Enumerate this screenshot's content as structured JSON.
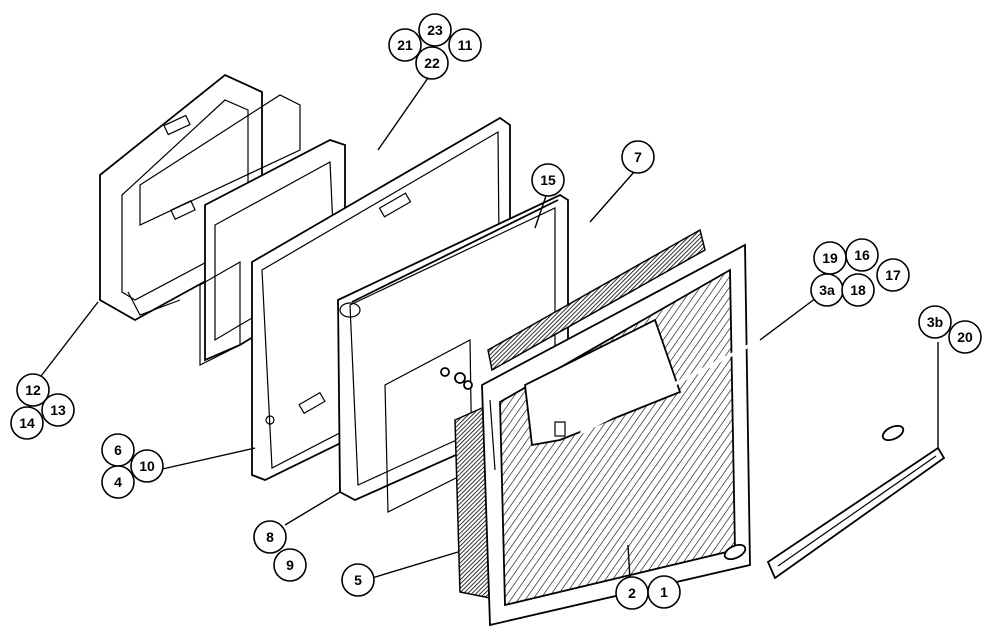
{
  "callouts": [
    {
      "id": "c21",
      "label": "21"
    },
    {
      "id": "c23",
      "label": "23"
    },
    {
      "id": "c11",
      "label": "11"
    },
    {
      "id": "c22",
      "label": "22"
    },
    {
      "id": "c15",
      "label": "15"
    },
    {
      "id": "c7",
      "label": "7"
    },
    {
      "id": "c19",
      "label": "19"
    },
    {
      "id": "c16",
      "label": "16"
    },
    {
      "id": "c17",
      "label": "17"
    },
    {
      "id": "c3a",
      "label": "3a"
    },
    {
      "id": "c18",
      "label": "18"
    },
    {
      "id": "c3b",
      "label": "3b"
    },
    {
      "id": "c20",
      "label": "20"
    },
    {
      "id": "c12",
      "label": "12"
    },
    {
      "id": "c14",
      "label": "14"
    },
    {
      "id": "c13",
      "label": "13"
    },
    {
      "id": "c6",
      "label": "6"
    },
    {
      "id": "c4",
      "label": "4"
    },
    {
      "id": "c10",
      "label": "10"
    },
    {
      "id": "c8",
      "label": "8"
    },
    {
      "id": "c9",
      "label": "9"
    },
    {
      "id": "c5",
      "label": "5"
    },
    {
      "id": "c2",
      "label": "2"
    },
    {
      "id": "c1",
      "label": "1"
    }
  ]
}
